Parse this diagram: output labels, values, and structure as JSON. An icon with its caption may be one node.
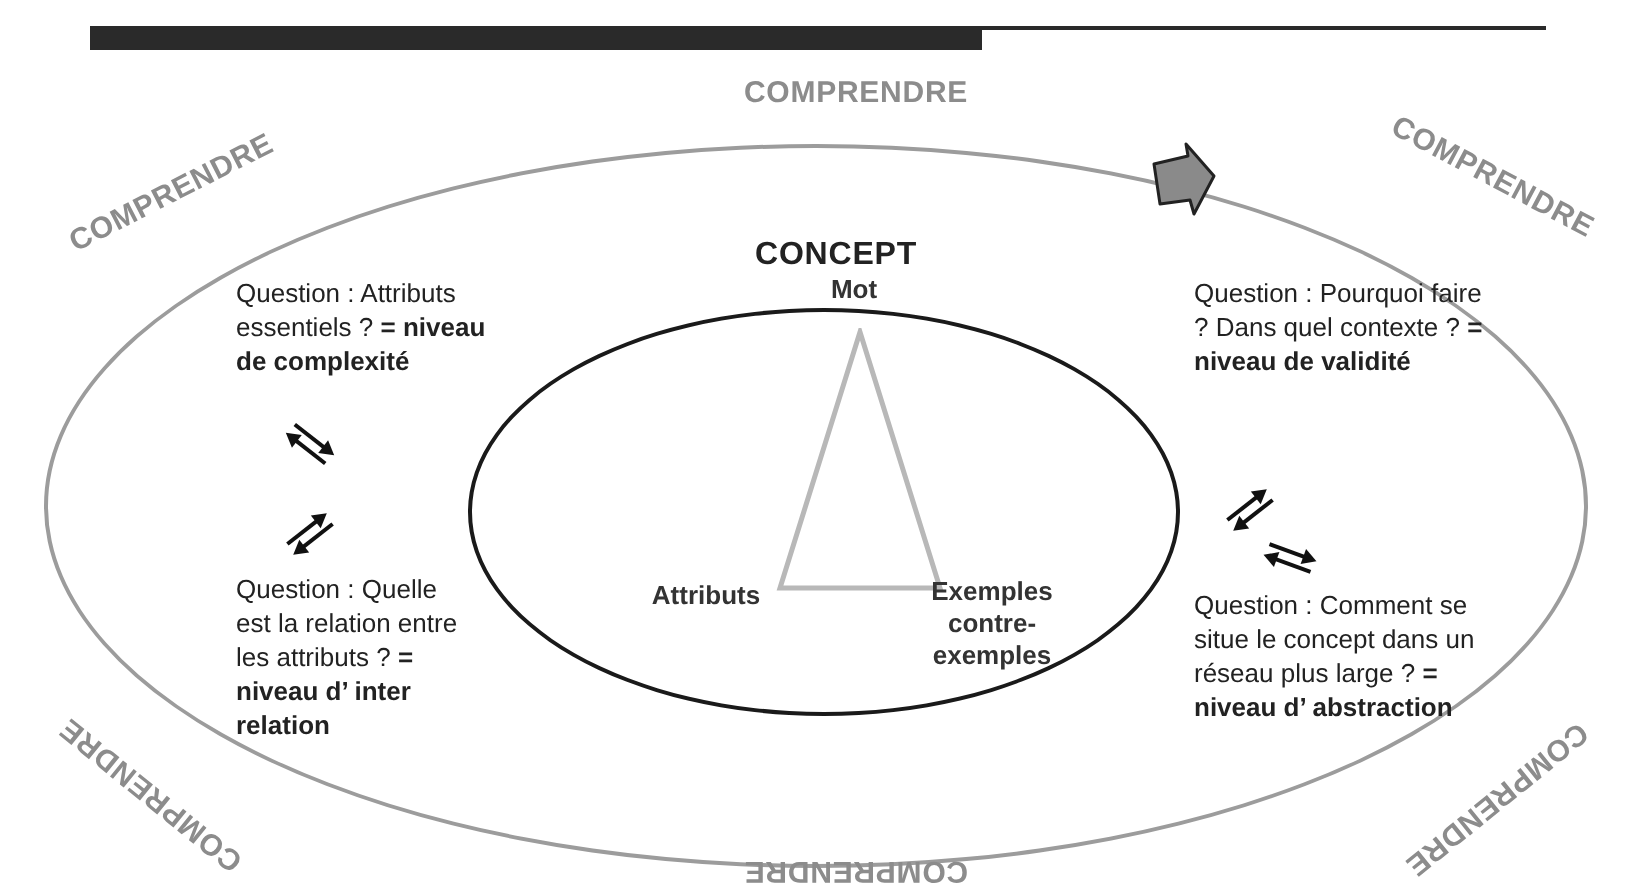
{
  "diagram": {
    "nodes": [
      {
        "text": [],
        "shape": "ellipse"
      },
      {
        "text": [],
        "shape": "ellipse",
        "in": 0
      },
      {
        "text": [],
        "shape": "triangle",
        "in": 1
      }
    ],
    "labels": [
      "COMPRENDRE",
      "COMPRENDRE",
      "COMPRENDRE",
      "CONCEPT",
      "Question : Attributs essentiels ? **= niveau de complexité**",
      "Mot",
      "Question : Pourquoi faire ? Dans quel contexte ? **= niveau de validité**",
      "Question : Quelle est la relation entre les attributs ? **= niveau d’ inter relation**",
      "Attributs",
      "Exemples contre-exemples",
      "Question : Comment se situe le concept dans un réseau plus large ? **= niveau d’ abstraction**",
      "COMPRENDRE",
      "COMPRENDRE",
      "COMPRENDRE"
    ]
  }
}
